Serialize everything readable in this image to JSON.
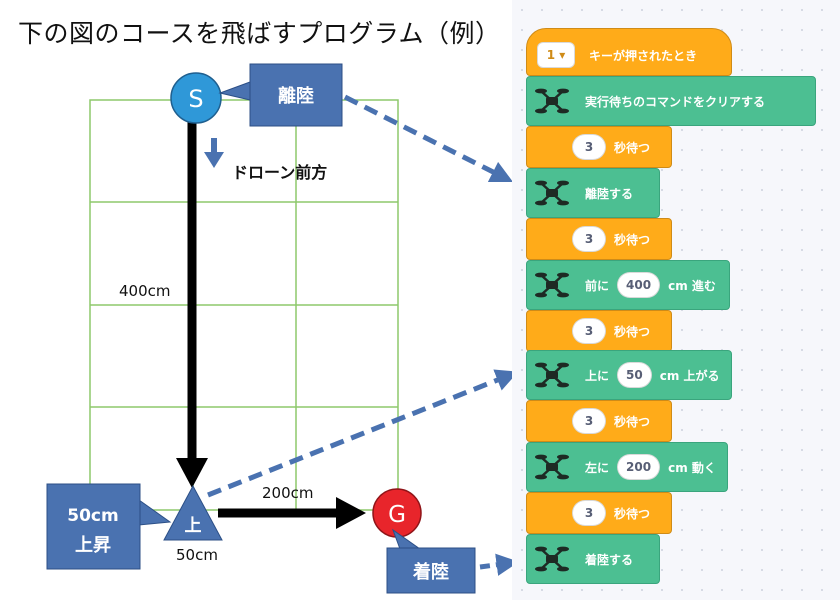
{
  "title": "下の図のコースを飛ばすプログラム（例）",
  "diagram": {
    "start_label": "S",
    "goal_label": "G",
    "up_marker_label": "上",
    "takeoff_callout": "離陸",
    "landing_callout": "着陸",
    "rise_callout_line1": "50cm",
    "rise_callout_line2": "上昇",
    "drone_forward_label": "ドローン前方",
    "distance_forward": "400cm",
    "distance_left": "200cm",
    "distance_up": "50cm",
    "colors": {
      "grid_line": "#8dc96b",
      "start_circle": "#2f98d8",
      "goal_circle": "#e8252b",
      "callout": "#4a72b0",
      "dashed_arrow": "#4a72b0",
      "path_arrow": "#000000"
    }
  },
  "program": {
    "blocks": [
      {
        "kind": "event",
        "dropdown": "1 ▾",
        "text": "キーが押されたとき"
      },
      {
        "kind": "drone",
        "icon": "drone-icon",
        "text": "実行待ちのコマンドをクリアする"
      },
      {
        "kind": "wait",
        "value": "3",
        "text": "秒待つ"
      },
      {
        "kind": "drone",
        "icon": "drone-icon",
        "text": "離陸する"
      },
      {
        "kind": "wait",
        "value": "3",
        "text": "秒待つ"
      },
      {
        "kind": "drone",
        "icon": "drone-icon",
        "text": "前に",
        "value": "400",
        "suffix": "cm 進む"
      },
      {
        "kind": "wait",
        "value": "3",
        "text": "秒待つ"
      },
      {
        "kind": "drone",
        "icon": "drone-icon",
        "text": "上に",
        "value": "50",
        "suffix": "cm 上がる"
      },
      {
        "kind": "wait",
        "value": "3",
        "text": "秒待つ"
      },
      {
        "kind": "drone",
        "icon": "drone-icon",
        "text": "左に",
        "value": "200",
        "suffix": "cm 動く"
      },
      {
        "kind": "wait",
        "value": "3",
        "text": "秒待つ"
      },
      {
        "kind": "drone",
        "icon": "drone-icon",
        "text": "着陸する"
      }
    ]
  }
}
